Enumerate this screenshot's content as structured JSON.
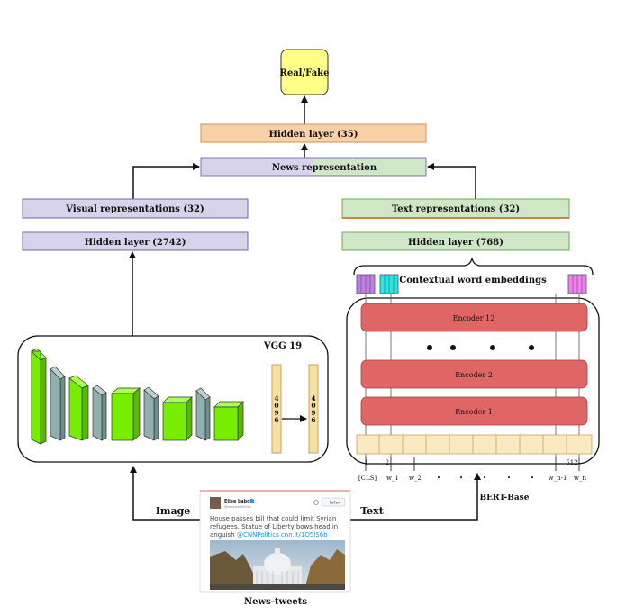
{
  "output": {
    "label": "Real/Fake"
  },
  "hidden_top": {
    "label": "Hidden layer (35)"
  },
  "news_repr": {
    "label": "News representation"
  },
  "visual_repr": {
    "label": "Visual representations (32)"
  },
  "visual_hidden": {
    "label": "Hidden layer (2742)"
  },
  "text_repr": {
    "label": "Text representations (32)"
  },
  "text_hidden": {
    "label": "Hidden layer (768)"
  },
  "contextual": {
    "label": "Contextual word embeddings"
  },
  "vgg": {
    "label": "VGG 19",
    "fc1": "4\n0\n9\n6",
    "fc2": "4\n0\n9\n6"
  },
  "bert": {
    "label": "BERT-Base",
    "encoders": [
      "Encoder 12",
      "Encoder 2",
      "Encoder 1"
    ],
    "dots": "•",
    "positions": [
      "1",
      "2",
      "512"
    ],
    "tokens": [
      "[CLS]",
      "w_1",
      "w_2",
      "w_n-1",
      "w_n"
    ]
  },
  "inputs": {
    "image_label": "Image",
    "text_label": "Text",
    "caption": "News-tweets"
  },
  "tweet": {
    "author": "Elise Labott",
    "handle": "@eliselabottCNN",
    "follow": "Follow",
    "text_line1": "House passes bill that could limit Syrian",
    "text_line2": "refugees. Statue of Liberty bows head in",
    "text_line3": "anguish",
    "link": "@CNNPolitics cnn.it/1O5lS6b"
  },
  "colors": {
    "purple_box": "#d6d3ea",
    "green_box": "#cfe7c6",
    "orange_box": "#f8d1a8",
    "yellow_box": "#ffff88",
    "encoder_red": "#e06666",
    "cnn_green": "#77ee00",
    "cnn_gray": "#8fb0ad",
    "fc_yellow": "#f8e0a0"
  }
}
